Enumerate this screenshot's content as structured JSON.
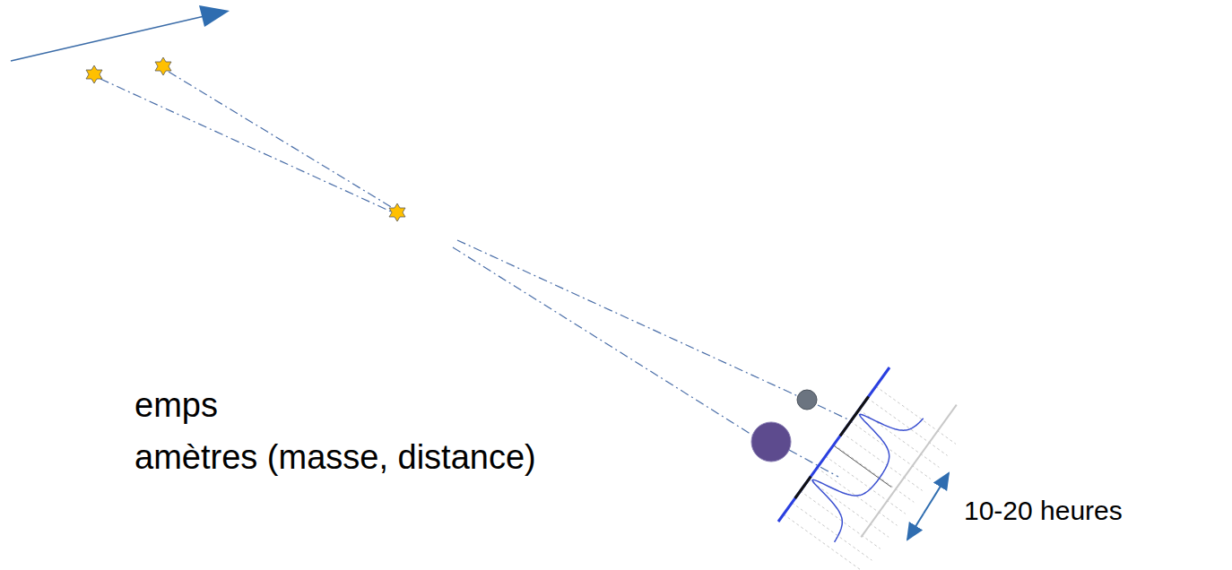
{
  "diagram": {
    "labels": [
      "emps",
      "amètres (masse, distance)",
      "10-20 heures"
    ]
  }
}
